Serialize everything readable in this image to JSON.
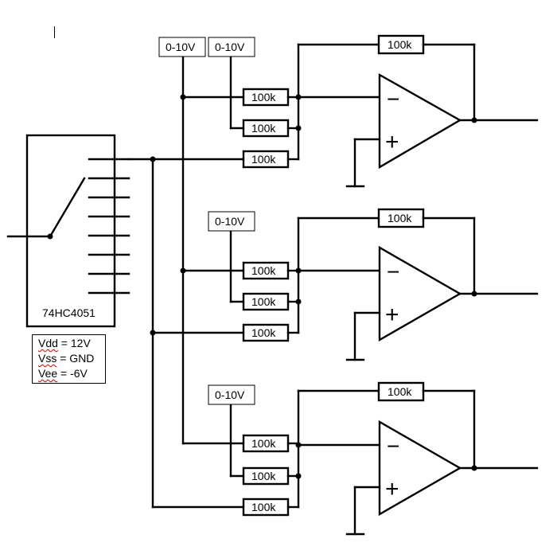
{
  "chip": {
    "label": "74HC4051"
  },
  "supply_note": {
    "vdd": {
      "name": "Vdd",
      "value": " = 12V"
    },
    "vss": {
      "name": "Vss",
      "value": " = GND"
    },
    "vee": {
      "name": "Vee",
      "value": " = -6V"
    }
  },
  "cv_inputs": [
    "0-10V",
    "0-10V",
    "0-10V",
    "0-10V"
  ],
  "resistor_value": "100k",
  "opamp_symbols": {
    "inverting": "−",
    "non_inverting": "+"
  },
  "stages": [
    {
      "name": "top",
      "input_resistors": [
        "100k",
        "100k",
        "100k"
      ],
      "feedback_resistor": "100k"
    },
    {
      "name": "middle",
      "input_resistors": [
        "100k",
        "100k",
        "100k"
      ],
      "feedback_resistor": "100k"
    },
    {
      "name": "bottom",
      "input_resistors": [
        "100k",
        "100k",
        "100k"
      ],
      "feedback_resistor": "100k"
    }
  ]
}
